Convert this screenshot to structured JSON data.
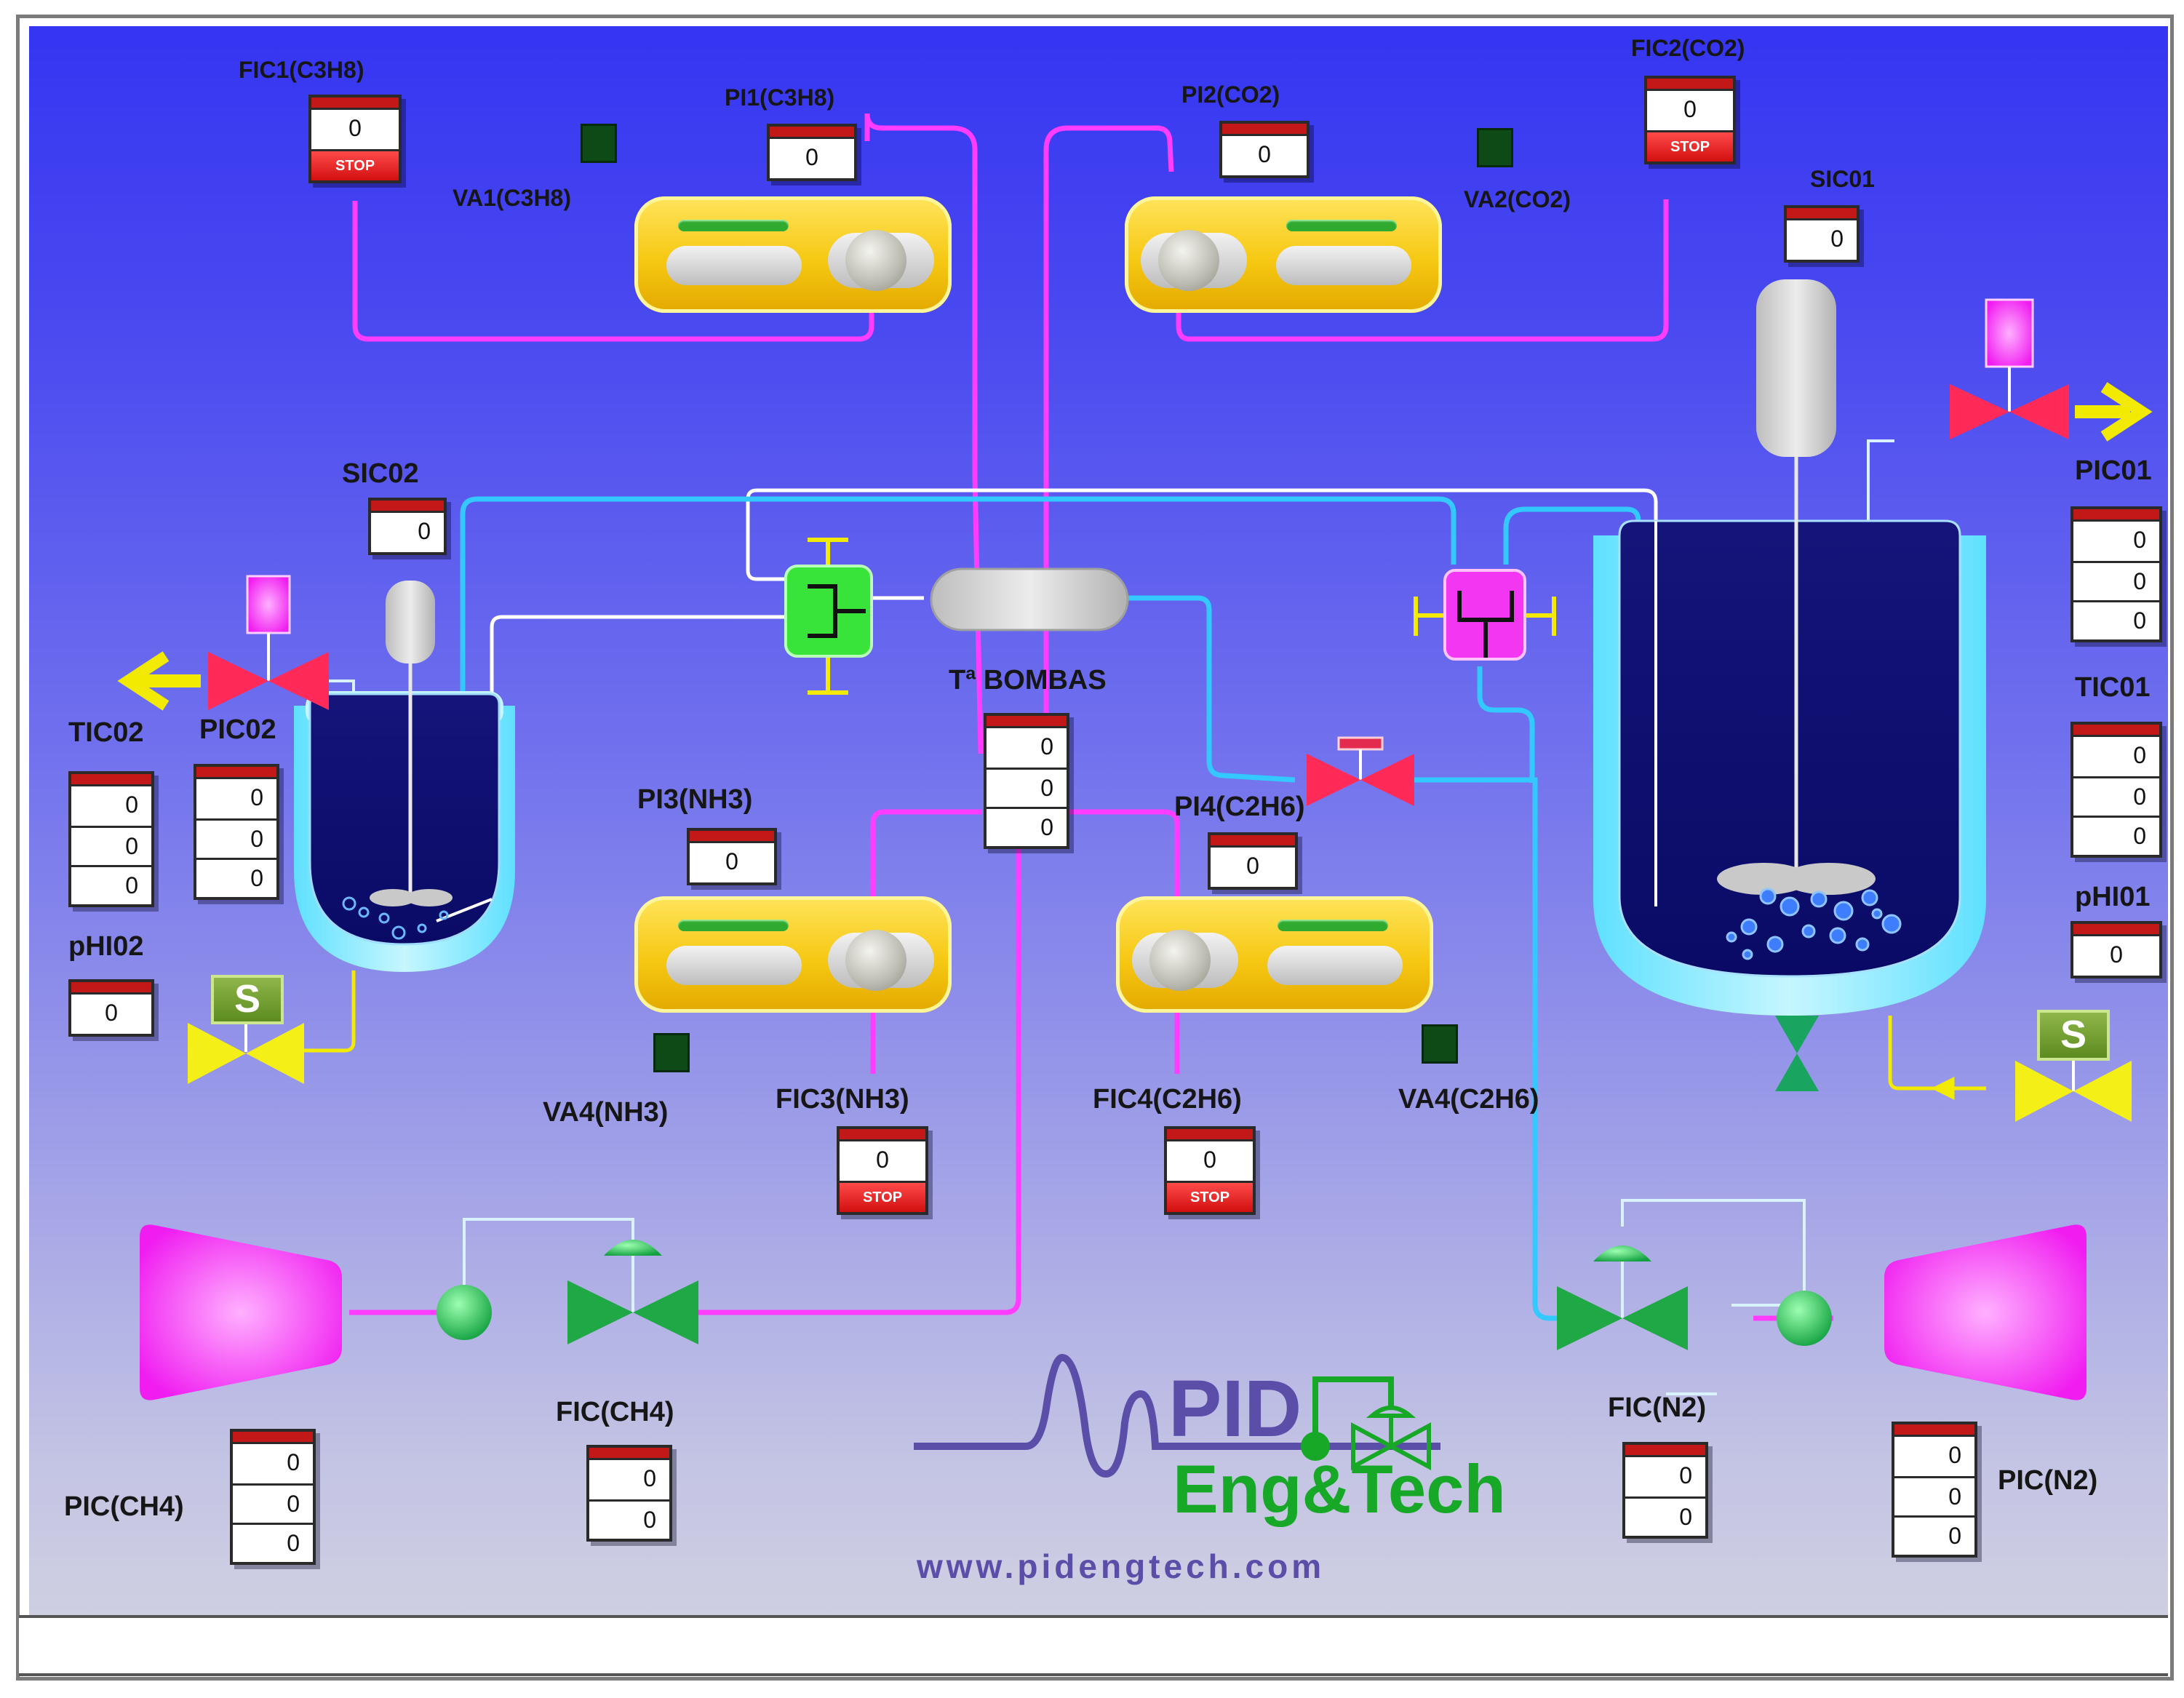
{
  "labels": {
    "fic1": "FIC1(C3H8)",
    "pi1": "PI1(C3H8)",
    "va1": "VA1(C3H8)",
    "pi2": "PI2(CO2)",
    "fic2": "FIC2(CO2)",
    "va2": "VA2(CO2)",
    "sic01": "SIC01",
    "sic02": "SIC02",
    "pic01": "PIC01",
    "tic01": "TIC01",
    "phi01": "pHI01",
    "tic02": "TIC02",
    "pic02": "PIC02",
    "phi02": "pHI02",
    "bombas": "Tª BOMBAS",
    "pi3": "PI3(NH3)",
    "pi4": "PI4(C2H6)",
    "va4_nh3": "VA4(NH3)",
    "fic3": "FIC3(NH3)",
    "fic4": "FIC4(C2H6)",
    "va4_c2h6": "VA4(C2H6)",
    "fic_ch4": "FIC(CH4)",
    "pic_ch4": "PIC(CH4)",
    "fic_n2": "FIC(N2)",
    "pic_n2": "PIC(N2)"
  },
  "stop_label": "STOP",
  "solenoid_label": "S",
  "values": {
    "fic1": "0",
    "pi1": "0",
    "pi2": "0",
    "fic2": "0",
    "sic01": "0",
    "sic02": "0",
    "pic01": [
      "0",
      "0",
      "0"
    ],
    "tic01": [
      "0",
      "0",
      "0"
    ],
    "phi01": "0",
    "tic02": [
      "0",
      "0",
      "0"
    ],
    "pic02": [
      "0",
      "0",
      "0"
    ],
    "phi02": "0",
    "bombas": [
      "0",
      "0",
      "0"
    ],
    "pi3": "0",
    "pi4": "0",
    "fic3": "0",
    "fic4": "0",
    "fic_ch4": [
      "0",
      "0"
    ],
    "pic_ch4": [
      "0",
      "0",
      "0"
    ],
    "fic_n2": [
      "0",
      "0"
    ],
    "pic_n2": [
      "0",
      "0",
      "0"
    ]
  },
  "logo": {
    "brand": "PID",
    "subtitle": "Eng&Tech",
    "url": "www.pidengtech.com"
  },
  "colors": {
    "background_top": "#3535f2",
    "background_bottom": "#cfcfe2",
    "gas_line": "#ff3cff",
    "cooling_line": "#33c8ff",
    "process_line": "#ffffff",
    "feed_line": "#f2ea00",
    "pump_body": "#f6c813",
    "alarm_header": "#c21818",
    "logo_purple": "#5b4ea8",
    "logo_green": "#18a828"
  }
}
